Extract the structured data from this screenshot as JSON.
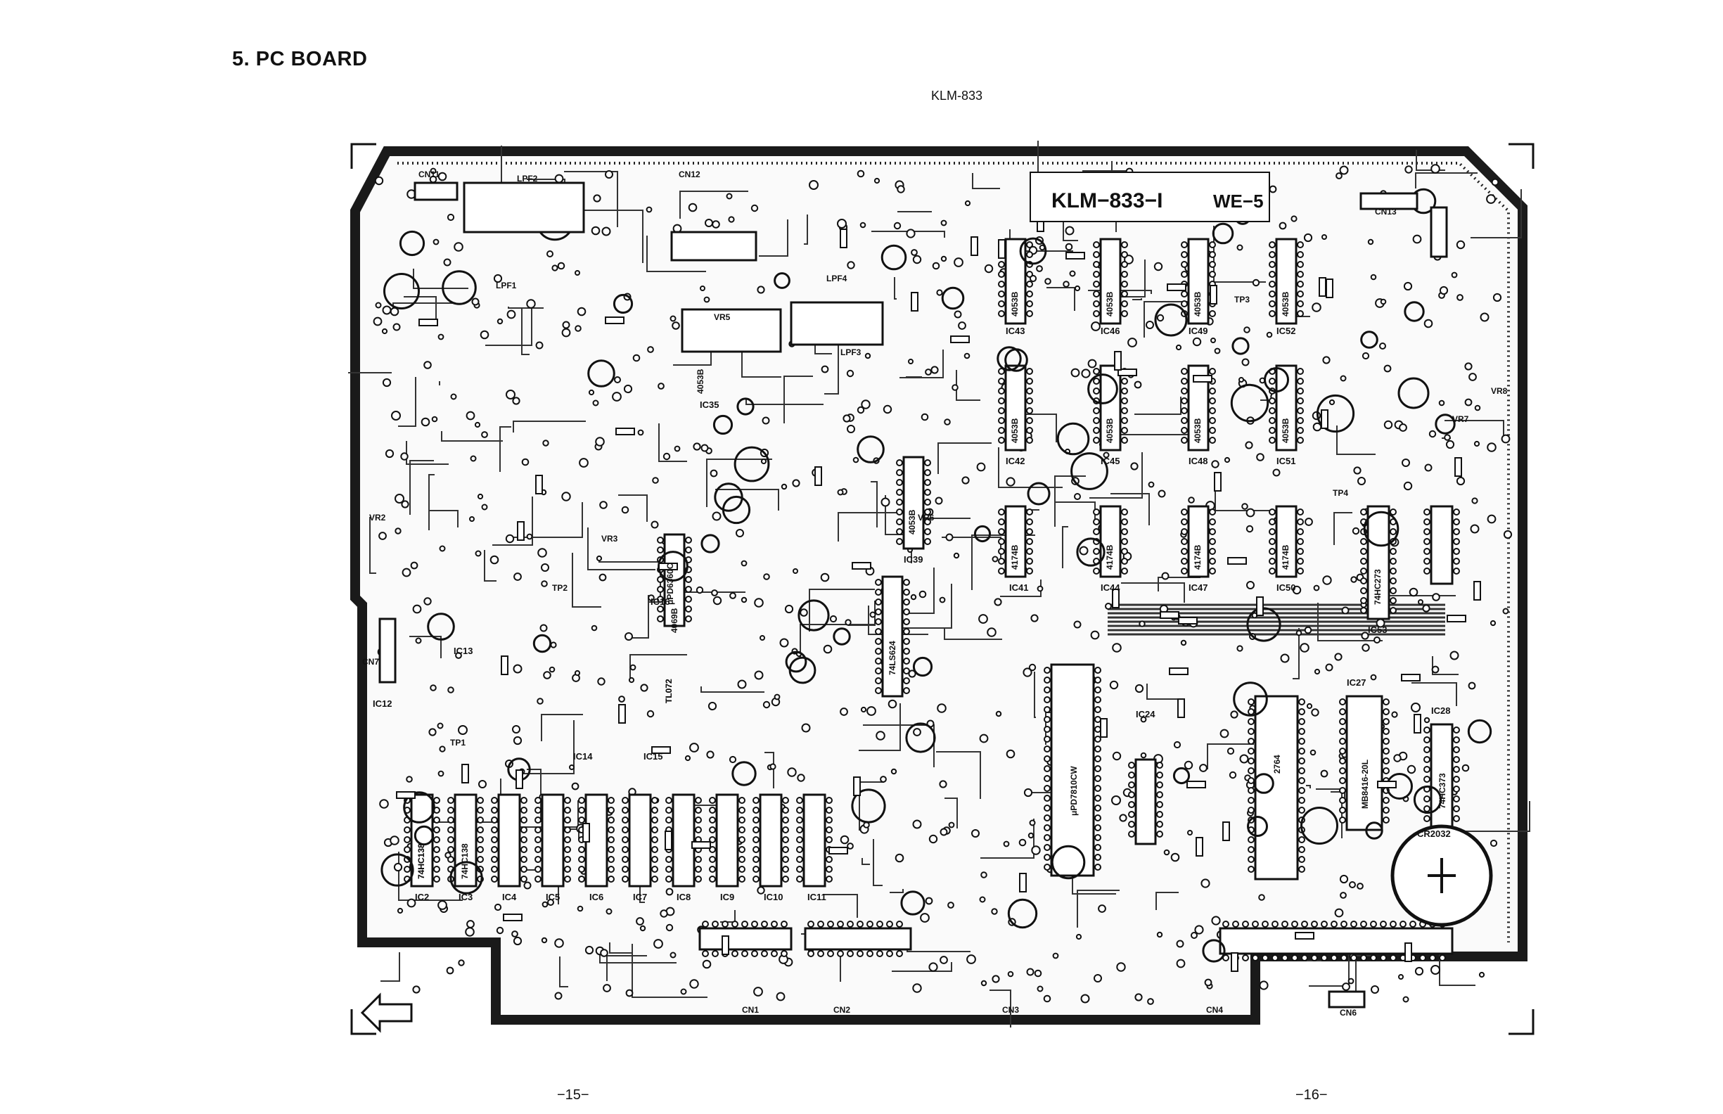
{
  "header": {
    "section_title": "5. PC BOARD",
    "model": "KLM-833"
  },
  "footer": {
    "left_page": "−15−",
    "right_page": "−16−"
  },
  "board": {
    "board_id": "KLM−833−I",
    "board_variant": "WE−5",
    "silkscreen_marks": [
      "LPF1",
      "LPF2",
      "LPF3",
      "LPF4",
      "VR2",
      "VR3",
      "VR5",
      "VR6",
      "VR7",
      "VR8",
      "TP1",
      "TP2",
      "TP3",
      "TP4"
    ],
    "battery_label": "CR2032",
    "ics": [
      {
        "ref": "IC2",
        "part": "74HC138"
      },
      {
        "ref": "IC3",
        "part": "74HC138"
      },
      {
        "ref": "IC4",
        "part": ""
      },
      {
        "ref": "IC5",
        "part": ""
      },
      {
        "ref": "IC6",
        "part": ""
      },
      {
        "ref": "IC7",
        "part": ""
      },
      {
        "ref": "IC8",
        "part": ""
      },
      {
        "ref": "IC9",
        "part": ""
      },
      {
        "ref": "IC10",
        "part": ""
      },
      {
        "ref": "IC11",
        "part": ""
      },
      {
        "ref": "IC12",
        "part": ""
      },
      {
        "ref": "IC13",
        "part": "μPD6360C"
      },
      {
        "ref": "IC14",
        "part": "4069B"
      },
      {
        "ref": "IC15",
        "part": "TL072"
      },
      {
        "ref": "IC16",
        "part": "TL072"
      },
      {
        "ref": "IC35",
        "part": "4053B"
      },
      {
        "ref": "IC39",
        "part": "4053B"
      },
      {
        "ref": "IC41",
        "part": "4174B"
      },
      {
        "ref": "IC42",
        "part": "4053B"
      },
      {
        "ref": "IC43",
        "part": "4053B"
      },
      {
        "ref": "IC44",
        "part": "4174B"
      },
      {
        "ref": "IC45",
        "part": "4053B"
      },
      {
        "ref": "IC46",
        "part": "4053B"
      },
      {
        "ref": "IC47",
        "part": "4174B"
      },
      {
        "ref": "IC48",
        "part": "4053B"
      },
      {
        "ref": "IC49",
        "part": "4053B"
      },
      {
        "ref": "IC50",
        "part": "4174B"
      },
      {
        "ref": "IC51",
        "part": "4053B"
      },
      {
        "ref": "IC52",
        "part": "4053B"
      },
      {
        "ref": "IC53",
        "part": "74HC273"
      },
      {
        "ref": "",
        "part": "74LS624"
      },
      {
        "ref": "",
        "part": "μPD7810CW"
      },
      {
        "ref": "IC24",
        "part": "74HC138"
      },
      {
        "ref": "",
        "part": "2764"
      },
      {
        "ref": "IC27",
        "part": "MB8416-20L"
      },
      {
        "ref": "IC28",
        "part": "74HC373"
      }
    ],
    "connectors": [
      "CN1",
      "CN2",
      "CN3",
      "CN4",
      "CN6",
      "CN7",
      "CN11",
      "CN12",
      "CN13"
    ]
  },
  "colors": {
    "ink": "#111111",
    "paper": "#ffffff",
    "board_edge": "#1a1a1a"
  }
}
